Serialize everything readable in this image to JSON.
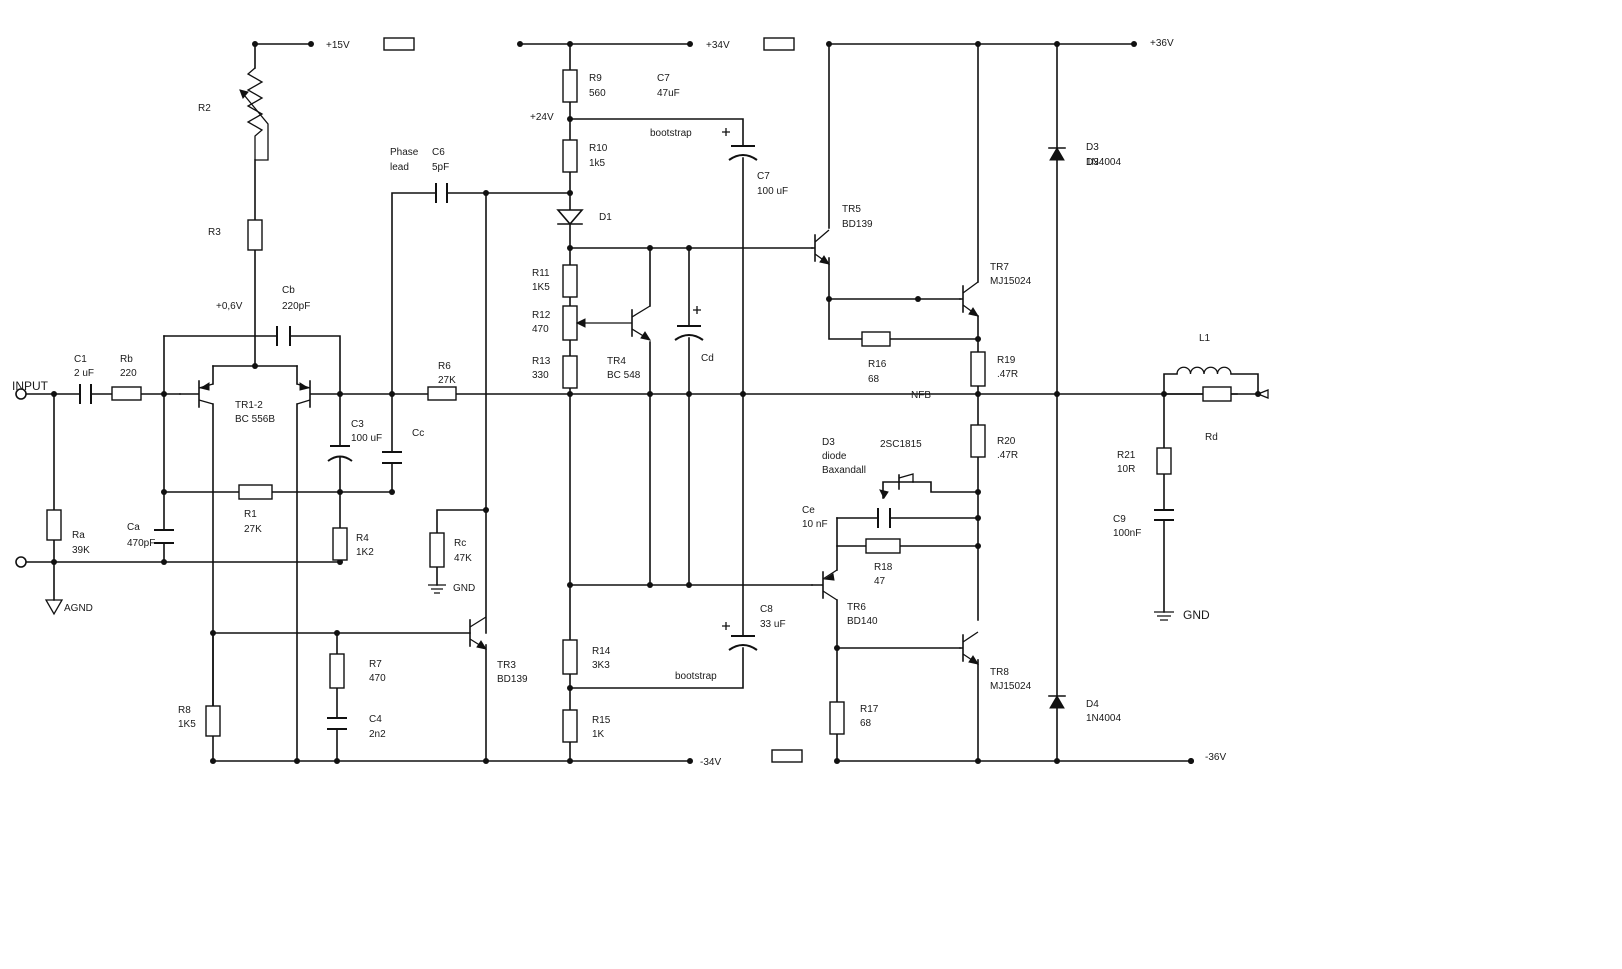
{
  "rails": {
    "p15": "+15V",
    "p34": "+34V",
    "p36": "+36V",
    "m34": "-34V",
    "m36": "-36V",
    "p24": "+24V",
    "p06": "+0,6V"
  },
  "terminals": {
    "input": "INPUT",
    "agnd": "AGND",
    "gnd_rc": "GND",
    "gnd_out": "GND",
    "nfb": "NFB"
  },
  "notes": {
    "phase1": "Phase",
    "phase2": "lead",
    "bootstrap_top": "bootstrap",
    "bootstrap_bottom": "bootstrap",
    "baxandall1": "diode",
    "baxandall2": "Baxandall",
    "baxandall_part": "2SC1815"
  },
  "components": [
    {
      "id": "C1",
      "value": "2 uF"
    },
    {
      "id": "Rb",
      "value": "220"
    },
    {
      "id": "Ra",
      "value": "39K"
    },
    {
      "id": "Ca",
      "value": "470pF"
    },
    {
      "id": "R2",
      "value": ""
    },
    {
      "id": "R3",
      "value": ""
    },
    {
      "id": "Cb",
      "value": "220pF"
    },
    {
      "id": "TR1-2",
      "value": "BC 556B"
    },
    {
      "id": "C3",
      "value": "100 uF"
    },
    {
      "id": "Cc",
      "value": ""
    },
    {
      "id": "R1",
      "value": "27K"
    },
    {
      "id": "R4",
      "value": "1K2"
    },
    {
      "id": "R6",
      "value": "27K"
    },
    {
      "id": "C6",
      "value": "5pF"
    },
    {
      "id": "Rc",
      "value": "47K"
    },
    {
      "id": "TR3",
      "value": "BD139"
    },
    {
      "id": "R7",
      "value": "470"
    },
    {
      "id": "C4",
      "value": "2n2"
    },
    {
      "id": "R8",
      "value": "1K5"
    },
    {
      "id": "R9",
      "value": "560"
    },
    {
      "id": "C7",
      "value": "47uF"
    },
    {
      "id": "R10",
      "value": "1k5"
    },
    {
      "id": "C7",
      "value": "100 uF"
    },
    {
      "id": "D1",
      "value": ""
    },
    {
      "id": "R11",
      "value": "1K5"
    },
    {
      "id": "R12",
      "value": "470"
    },
    {
      "id": "R13",
      "value": "330"
    },
    {
      "id": "TR4",
      "value": "BC 548"
    },
    {
      "id": "Cd",
      "value": ""
    },
    {
      "id": "C8",
      "value": "33 uF"
    },
    {
      "id": "R14",
      "value": "3K3"
    },
    {
      "id": "R15",
      "value": "1K"
    },
    {
      "id": "TR5",
      "value": "BD139"
    },
    {
      "id": "TR7",
      "value": "MJ15024"
    },
    {
      "id": "R16",
      "value": "68"
    },
    {
      "id": "R19",
      "value": ".47R"
    },
    {
      "id": "D3",
      "value": "1N4004"
    },
    {
      "id": "R20",
      "value": ".47R"
    },
    {
      "id": "Ce",
      "value": "10 nF"
    },
    {
      "id": "R18",
      "value": "47"
    },
    {
      "id": "TR6",
      "value": "BD140"
    },
    {
      "id": "TR8",
      "value": "MJ15024"
    },
    {
      "id": "R17",
      "value": "68"
    },
    {
      "id": "D4",
      "value": "1N4004"
    },
    {
      "id": "L1",
      "value": ""
    },
    {
      "id": "Rd",
      "value": ""
    },
    {
      "id": "R21",
      "value": "10R"
    },
    {
      "id": "C9",
      "value": "100nF"
    },
    {
      "id": "D3",
      "value": ""
    }
  ]
}
